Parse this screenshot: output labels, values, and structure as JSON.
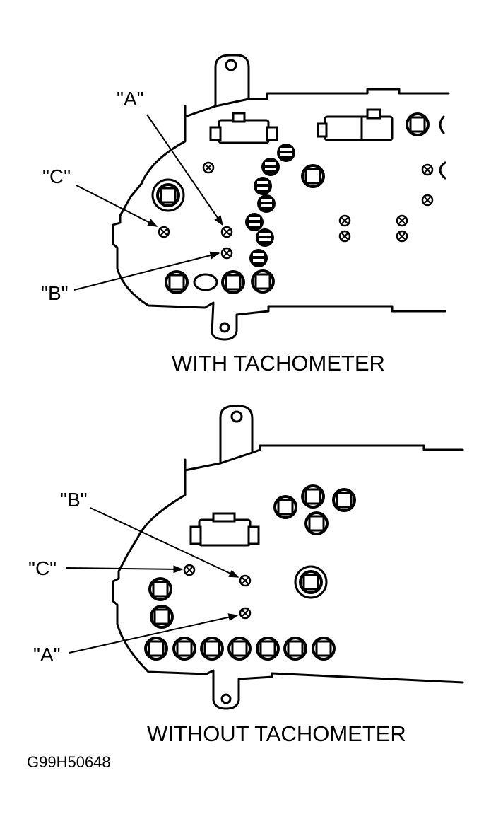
{
  "figures": [
    {
      "caption": "WITH TACHOMETER",
      "callouts": {
        "a": "\"A\"",
        "b": "\"B\"",
        "c": "\"C\""
      }
    },
    {
      "caption": "WITHOUT TACHOMETER",
      "callouts": {
        "a": "\"A\"",
        "b": "\"B\"",
        "c": "\"C\""
      }
    }
  ],
  "figure_id": "G99H50648",
  "colors": {
    "ink": "#000000",
    "background": "#ffffff"
  }
}
